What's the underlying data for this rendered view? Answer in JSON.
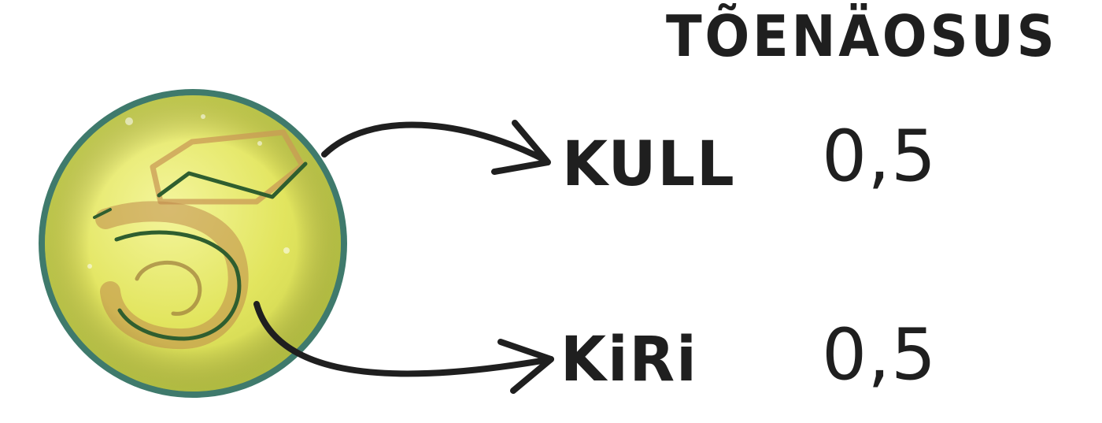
{
  "diagram": {
    "title": "TÕENÄOSUS",
    "coin": {
      "face_value": "5",
      "icon": "coin-icon",
      "colors": {
        "rim": "#3f7a6c",
        "face": "#dfe35a",
        "highlight": "#f3f49a",
        "engraving": "#b8894a",
        "dark_engraving": "#2f5e2f"
      }
    },
    "outcomes": [
      {
        "label": "KULL",
        "probability": "0,5"
      },
      {
        "label": "KiRi",
        "probability": "0,5"
      }
    ],
    "colors": {
      "ink": "#1f1f1f",
      "background": "#ffffff"
    }
  }
}
